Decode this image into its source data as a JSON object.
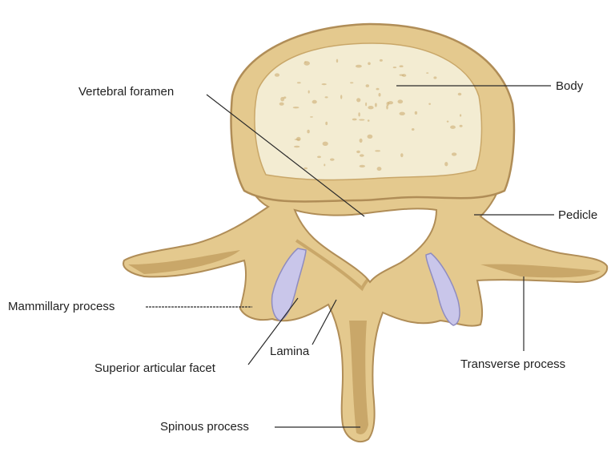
{
  "labels": {
    "vertebral_foramen": "Vertebral foramen",
    "body": "Body",
    "pedicle": "Pedicle",
    "mammillary_process": "Mammillary process",
    "lamina": "Lamina",
    "superior_articular_facet": "Superior articular facet",
    "transverse_process": "Transverse process",
    "spinous_process": "Spinous process"
  },
  "colors": {
    "bone_outline": "#b08d57",
    "bone_fill": "#e4c98e",
    "bone_shadow": "#c9a769",
    "body_cancellous": "#f3ecd2",
    "articular_facet": "#c9c6ea",
    "leader_line": "#2a2a2a"
  }
}
